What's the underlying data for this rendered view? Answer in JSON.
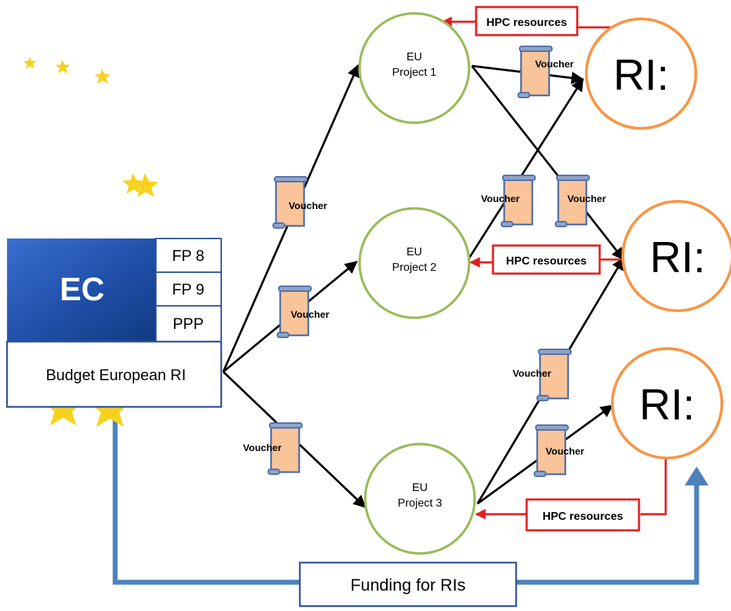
{
  "colors": {
    "project_circle": "#9bbb59",
    "ri_circle": "#f79646",
    "hpc_red": "#e02020",
    "funding_blue": "#4f81bd",
    "box_border": "#2f5597",
    "voucher_fill": "#f9c499",
    "voucher_edge": "#4f6fa8",
    "flag_blue": "#1f4fa8",
    "star_yellow": "#f6d21f"
  },
  "ec_block": {
    "logo_text": "EC",
    "programmes": [
      "FP 8",
      "FP 9",
      "PPP"
    ],
    "budget_label": "Budget European RI"
  },
  "projects": [
    {
      "line1": "EU",
      "line2": "Project 1"
    },
    {
      "line1": "EU",
      "line2": "Project 2"
    },
    {
      "line1": "EU",
      "line2": "Project 3"
    }
  ],
  "ri_nodes": [
    {
      "label": "RI:"
    },
    {
      "label": "RI:"
    },
    {
      "label": "RI:"
    }
  ],
  "hpc_label": "HPC resources",
  "voucher_label": "Voucher",
  "funding_label": "Funding for RIs"
}
